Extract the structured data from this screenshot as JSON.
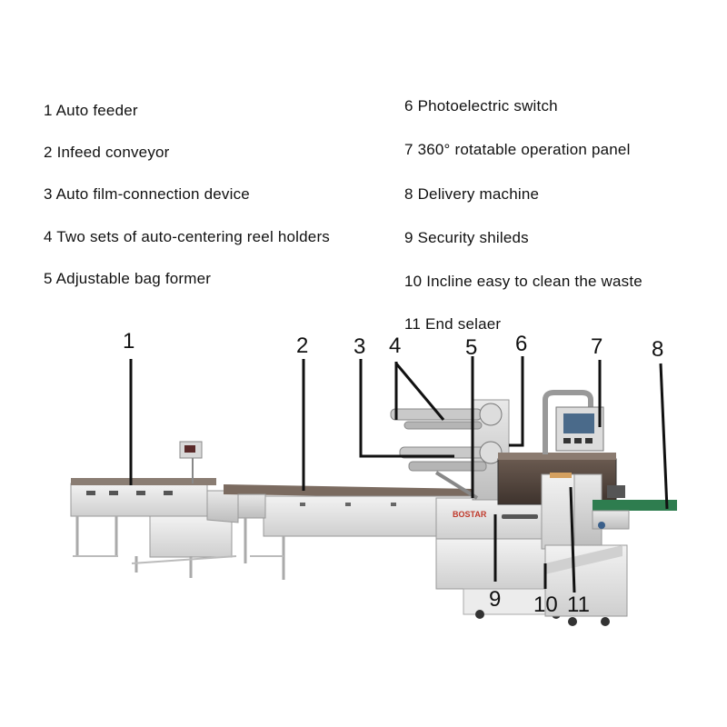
{
  "legend": {
    "left": [
      "1 Auto feeder",
      "2 Infeed conveyor",
      "3 Auto film-connection device",
      "4 Two sets of auto-centering reel holders",
      "5 Adjustable bag former"
    ],
    "right": [
      "6 Photoelectric switch",
      "7 360° rotatable operation panel",
      "8 Delivery machine",
      "9 Security shileds",
      "10 Incline easy to clean the waste",
      "11 End selaer"
    ]
  },
  "callouts": [
    "1",
    "2",
    "3",
    "4",
    "5",
    "6",
    "7",
    "8",
    "9",
    "10",
    "11"
  ],
  "brand": "BOSTAR"
}
